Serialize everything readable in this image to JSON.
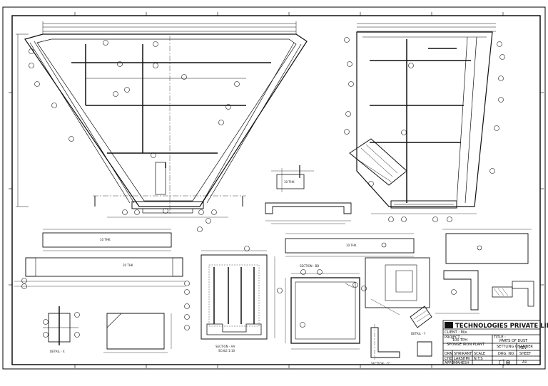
{
  "drawing": {
    "title_block": {
      "company": "TECHNOLOGIES PRIVATE LIMITED",
      "client_label": "CLIENT : M/s.",
      "project_label": "PROJECT :",
      "project_line1": "100 TPH",
      "project_line2": "SPONGE IRON PLANT",
      "title_label": "TITLE :",
      "title_line1": "PARTS OF DUST",
      "title_line2": "SETTLING CHAMBER",
      "rows": [
        {
          "role": "DRN",
          "name": "SHRIKANT"
        },
        {
          "role": "CHD",
          "name": "LAKSHMI"
        },
        {
          "role": "APPD",
          "name": "MAHESH"
        }
      ],
      "drg_no_label": "DRG. NO.",
      "rev_label": "REV",
      "scale_label": "SCALE",
      "scale_value": "N.T.S",
      "sheet_label": "SHEET",
      "sheet_value": "A1"
    },
    "views": {
      "slab_a_label": "10 THK",
      "slab_b_label": "20 THK",
      "slab_c_label": "10 THK",
      "small_plate_label": "10 THK"
    },
    "section_labels": {
      "section_aa": "SECTION - AA",
      "section_bb": "SECTION - BB",
      "section_cc": "SECTION - CC",
      "detail_x": "DETAIL - X",
      "detail_y": "DETAIL - Y"
    },
    "view_scale": "SCALE 1:10"
  }
}
